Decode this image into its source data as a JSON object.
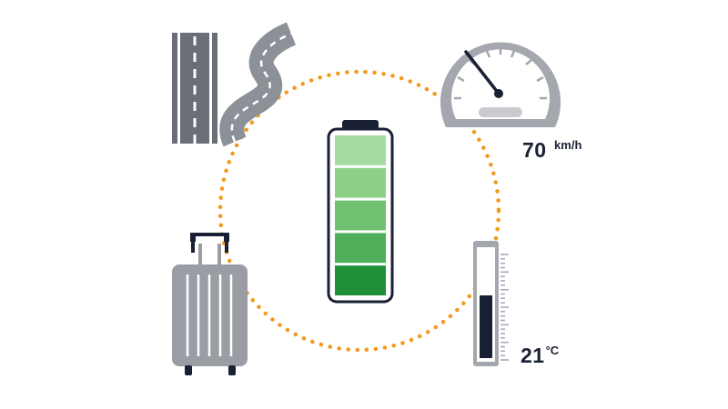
{
  "speed": {
    "value": "70",
    "unit": "km/h"
  },
  "temperature": {
    "value": "21",
    "unit": "°C",
    "fill_fraction": 0.58
  },
  "battery": {
    "segments": 5,
    "segment_colors": [
      "#a6dca0",
      "#8ed08a",
      "#70c071",
      "#4fae58",
      "#1f8f38"
    ]
  },
  "colors": {
    "dotted_ring": "#f39a1e",
    "icon_gray": "#9a9da3",
    "road_dark": "#6a6e76",
    "outline_dark": "#1a2033"
  },
  "icons": [
    "straight-road-icon",
    "winding-road-icon",
    "speedometer-icon",
    "battery-icon",
    "suitcase-icon",
    "thermometer-icon"
  ]
}
